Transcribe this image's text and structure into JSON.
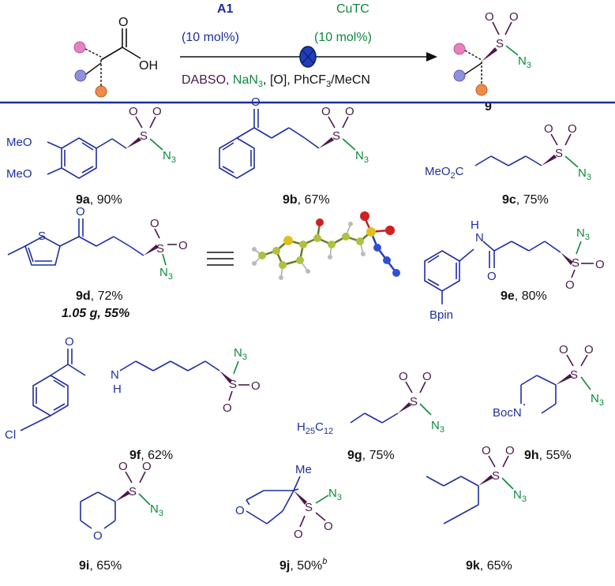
{
  "scheme": {
    "catalyst": "A1",
    "catalyst_loading": "(10 mol%)",
    "copper": "CuTC",
    "copper_loading": "(10 mol%)",
    "reagents": {
      "dabso": "DABSO, ",
      "nan3_pre": "NaN",
      "nan3_sub": "3",
      "oxidant": ", [O], ",
      "solvent_pre": "PhCF",
      "solvent_sub": "3",
      "solvent_post": "/MeCN"
    },
    "product_number": "9",
    "carboxyl_atom": "O",
    "hydroxyl": "OH",
    "sulfur": "S",
    "azide": "N",
    "azide_sub": "3"
  },
  "compounds": [
    {
      "id": "9a",
      "yield": ", 90%"
    },
    {
      "id": "9b",
      "yield": ", 67%"
    },
    {
      "id": "9c",
      "yield": ", 75%"
    },
    {
      "id": "9d",
      "yield": ", 72%",
      "scale": "1.05 g, 55%"
    },
    {
      "id": "9e",
      "yield": ", 80%"
    },
    {
      "id": "9f",
      "yield": ", 62%"
    },
    {
      "id": "9g",
      "yield": ", 75%"
    },
    {
      "id": "9h",
      "yield": ", 55%"
    },
    {
      "id": "9i",
      "yield": ", 65%"
    },
    {
      "id": "9j",
      "yield": ", 50%",
      "footnote": "b"
    },
    {
      "id": "9k",
      "yield": ", 65%"
    }
  ],
  "atoms": {
    "meo": "MeO",
    "o": "O",
    "s": "S",
    "n": "N",
    "h": "H",
    "cl": "Cl",
    "bpin": "Bpin",
    "boc": "BocN",
    "me": "Me",
    "meo2c_pre": "MeO",
    "meo2c_sub": "2",
    "meo2c_post": "C",
    "c12_pre": "H",
    "c12_sub": "25",
    "c12_mid": "C",
    "c12_sub2": "12",
    "n3": "N",
    "three": "3"
  },
  "colors": {
    "carbon_skeleton": "#1e2f9e",
    "sulfonyl": "#4a1a4a",
    "azide": "#0d8a3b",
    "reagent_green": "#0d8a3b",
    "catalyst_blue": "#1e2f9e",
    "divider": "#1e2f9e",
    "sub_pink": "#e87fc0",
    "sub_purple": "#8f8fe0",
    "sub_orange": "#f08a4b"
  }
}
